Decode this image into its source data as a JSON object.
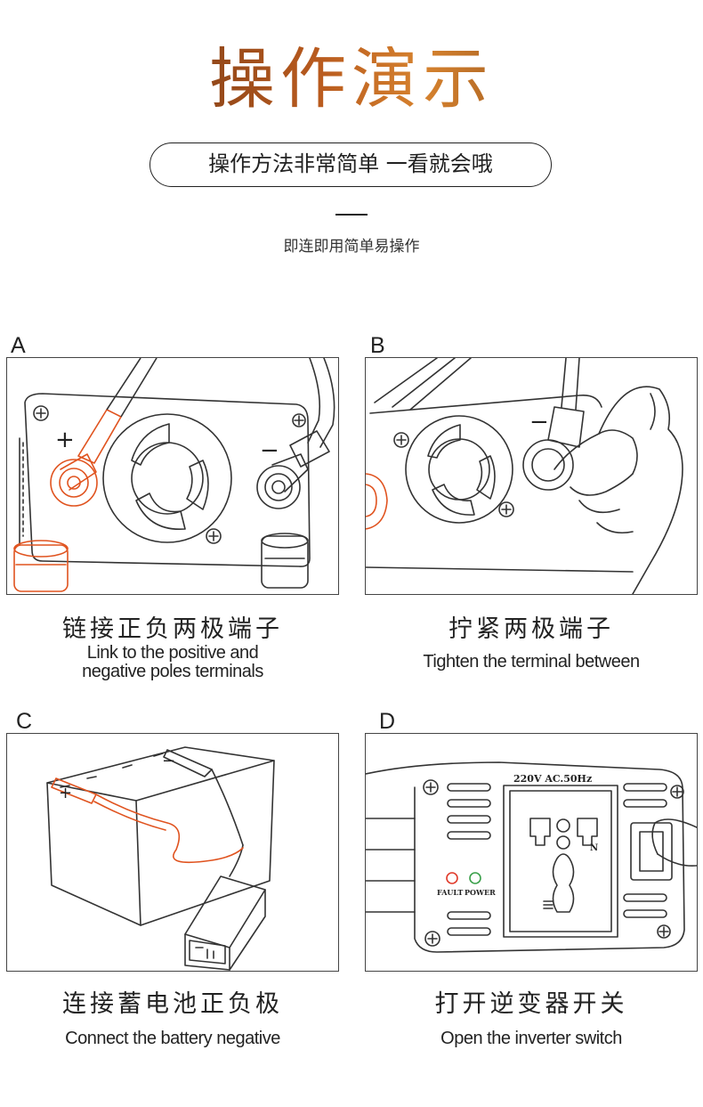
{
  "header": {
    "title": "操作演示",
    "pill_text": "操作方法非常简单 一看就会哦",
    "subtitle": "即连即用简单易操作"
  },
  "steps": [
    {
      "letter": "A",
      "caption_cn": "链接正负两极端子",
      "caption_en_line1": "Link to the positive and",
      "caption_en_line2": "negative poles terminals",
      "plus_mark": "+",
      "minus_mark": "−"
    },
    {
      "letter": "B",
      "caption_cn": "拧紧两极端子",
      "caption_en": "Tighten the terminal between",
      "minus_mark": "−"
    },
    {
      "letter": "C",
      "caption_cn": "连接蓄电池正负极",
      "caption_en": "Connect the battery negative",
      "plus_mark": "+",
      "minus_mark": "−"
    },
    {
      "letter": "D",
      "caption_cn": "打开逆变器开关",
      "caption_en": "Open the inverter switch",
      "rating_label": "220V AC.50Hz",
      "fault_label": "FAULT",
      "power_label": "POWER",
      "n_label": "N"
    }
  ],
  "colors": {
    "accent_orange": "#e0531f",
    "line": "#333333",
    "fault_led": "#e03a2a",
    "power_led": "#3aa04a"
  }
}
